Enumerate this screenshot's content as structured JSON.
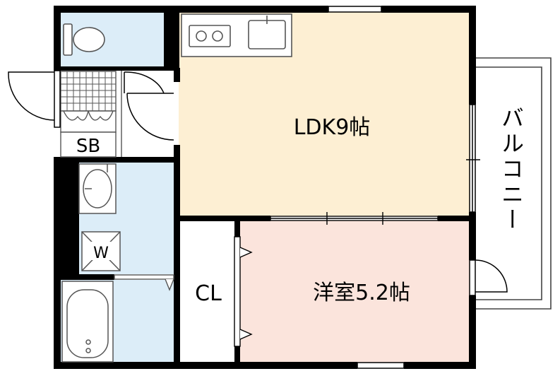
{
  "floorplan": {
    "rooms": {
      "ldk": "LDK9帖",
      "western": "洋室5.2帖",
      "closet": "CL",
      "shoe_box": "SB",
      "washer": "W",
      "balcony": "バルコニー"
    },
    "colors": {
      "ldk": "#fdefd3",
      "western": "#fbe4dc",
      "wet_area": "#dcedf8",
      "wall": "#000000",
      "line": "#555555"
    }
  }
}
